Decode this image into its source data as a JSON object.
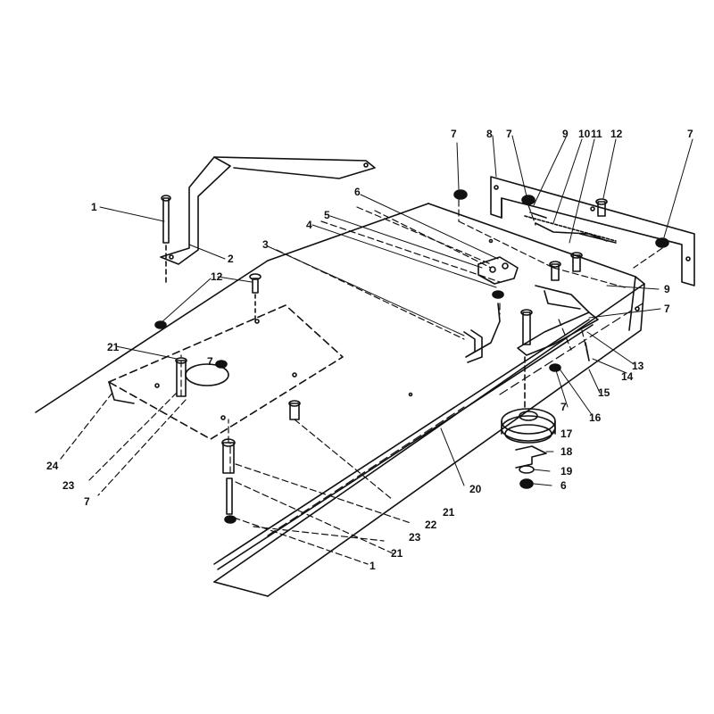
{
  "diagram": {
    "line_color": "#111111",
    "background": "#ffffff",
    "callouts": [
      "1",
      "2",
      "3",
      "4",
      "5",
      "6",
      "7",
      "7",
      "7",
      "7",
      "7",
      "7",
      "7",
      "8",
      "9",
      "9",
      "10",
      "11",
      "12",
      "12",
      "13",
      "14",
      "15",
      "16",
      "17",
      "18",
      "19",
      "6",
      "20",
      "21",
      "21",
      "21",
      "22",
      "23",
      "23",
      "24",
      "21",
      "1"
    ]
  }
}
